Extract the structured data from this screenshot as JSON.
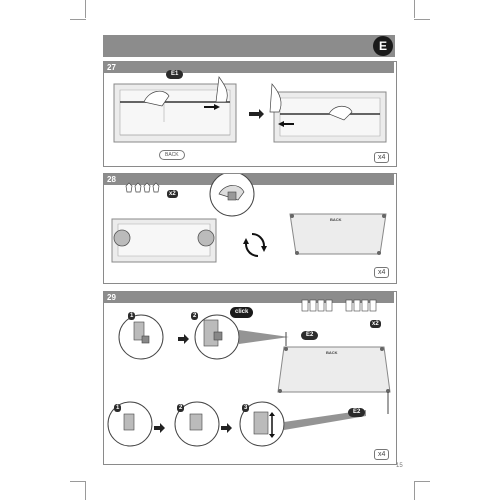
{
  "header": {
    "badge": "E"
  },
  "steps": [
    {
      "number": "27",
      "label_e1": "E1",
      "label_back": "BACK",
      "count": "x4"
    },
    {
      "number": "28",
      "clips_count": "x2",
      "board_label": "BACK",
      "count": "x4"
    },
    {
      "number": "29",
      "callouts": [
        "1",
        "2",
        "1",
        "2",
        "3"
      ],
      "click_label": "click",
      "clips_count": "x2",
      "label_e2_top": "E2",
      "board_label": "BACK",
      "label_e2_bottom": "E2",
      "count": "x4"
    }
  ],
  "page_number": "15",
  "colors": {
    "header_grey": "#8c8c8c",
    "panel_border": "#8a8a8a",
    "dark_label": "#2b2b2b"
  }
}
